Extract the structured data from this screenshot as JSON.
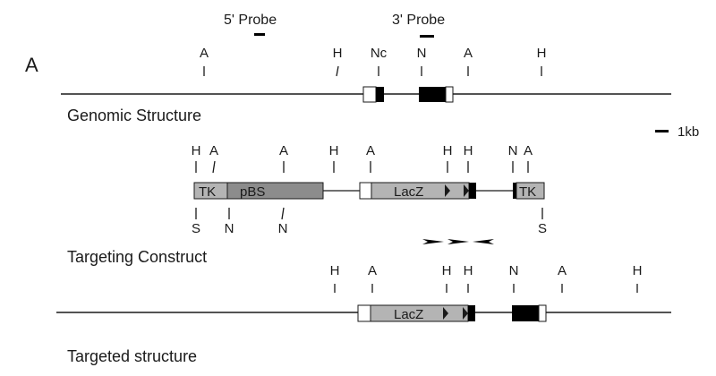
{
  "panel_label": "A",
  "scale_bar": {
    "label": "1kb"
  },
  "probes": [
    {
      "label": "5' Probe"
    },
    {
      "label": "3' Probe"
    }
  ],
  "sections": {
    "genomic": "Genomic Structure",
    "construct": "Targeting Construct",
    "targeted": "Targeted structure"
  },
  "genomic_sites": [
    "A",
    "H",
    "Nc",
    "N",
    "A",
    "H"
  ],
  "construct_sites_top": [
    "H",
    "A",
    "A",
    "H",
    "A",
    "H",
    "H",
    "N",
    "A"
  ],
  "construct_sites_bottom": [
    "S",
    "N",
    "N",
    "S"
  ],
  "targeted_sites": [
    "H",
    "A",
    "H",
    "H",
    "N",
    "A",
    "H"
  ],
  "box_labels": {
    "tk_left": "TK",
    "pbs": "pBS",
    "lacz_construct": "LacZ",
    "tk_right": "TK",
    "lacz_targeted": "LacZ"
  },
  "colors": {
    "line": "#1a1a1a",
    "tk_fill": "#b4b4b4",
    "pbs_fill": "#8c8c8c",
    "lacz_fill": "#b4b4b4",
    "exon_fill": "#000000",
    "utr_fill": "#ffffff"
  }
}
